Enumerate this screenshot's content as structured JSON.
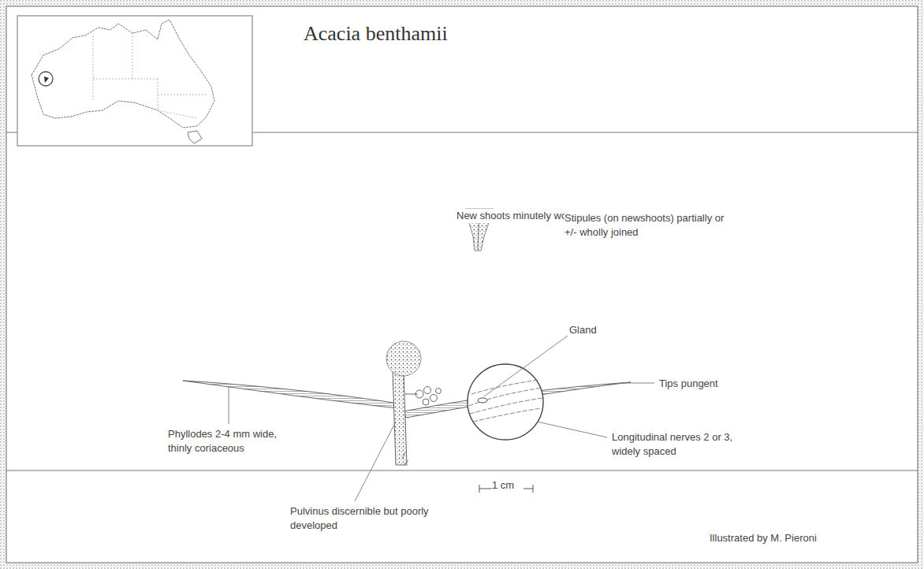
{
  "diagram": {
    "title": "Acacia benthamii",
    "labels": [
      "New shoots minutely woolly",
      "Stipules (on newshoots) partially or +/- wholly joined",
      "Gland",
      "Tips pungent",
      "Phyllodes 2-4 mm wide, thinly coriaceous",
      "Longitudinal nerves 2 or 3, widely spaced",
      "1 cm",
      "Pulvinus discernible but poorly developed",
      "Illustrated by M. Pieroni"
    ]
  }
}
